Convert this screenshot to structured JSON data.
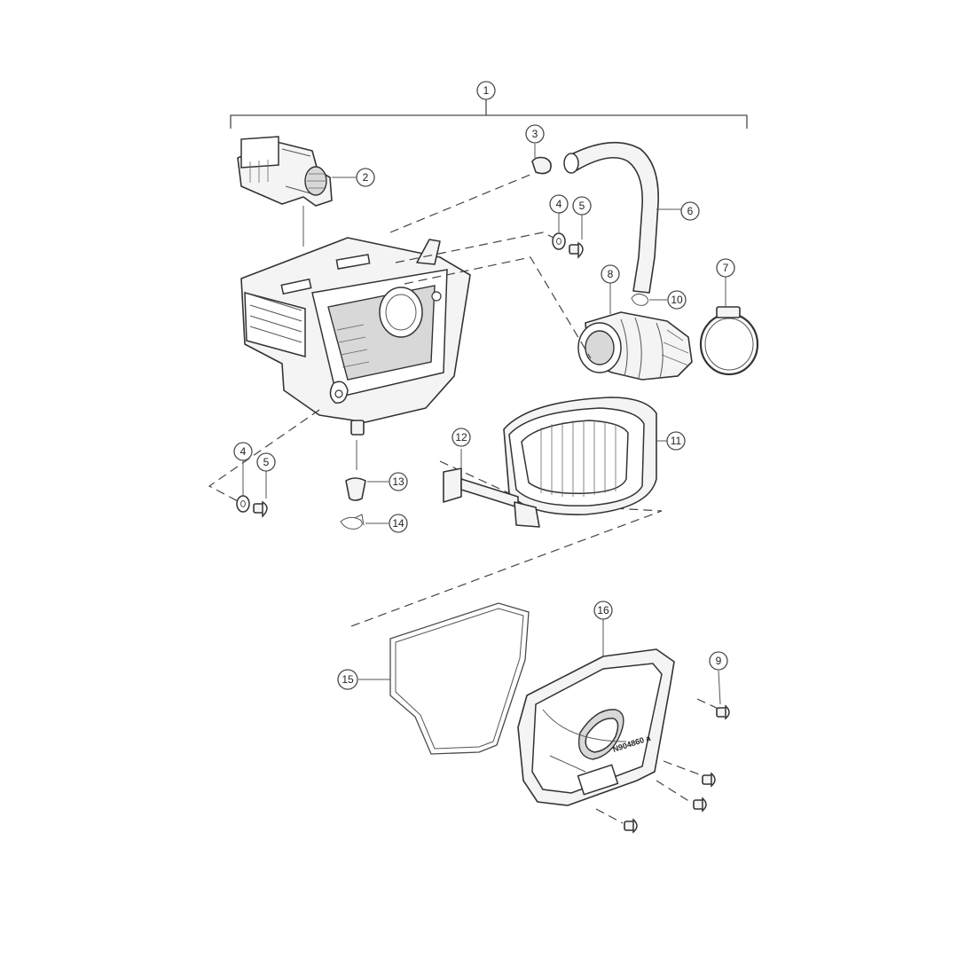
{
  "callouts": [
    {
      "id": "1",
      "label": "1"
    },
    {
      "id": "2",
      "label": "2"
    },
    {
      "id": "3",
      "label": "3"
    },
    {
      "id": "4a",
      "label": "4"
    },
    {
      "id": "5a",
      "label": "5"
    },
    {
      "id": "6",
      "label": "6"
    },
    {
      "id": "7",
      "label": "7"
    },
    {
      "id": "8",
      "label": "8"
    },
    {
      "id": "10",
      "label": "10"
    },
    {
      "id": "11",
      "label": "11"
    },
    {
      "id": "12",
      "label": "12"
    },
    {
      "id": "4b",
      "label": "4"
    },
    {
      "id": "5b",
      "label": "5"
    },
    {
      "id": "13",
      "label": "13"
    },
    {
      "id": "14",
      "label": "14"
    },
    {
      "id": "15",
      "label": "15"
    },
    {
      "id": "16",
      "label": "16"
    },
    {
      "id": "9",
      "label": "9"
    }
  ],
  "cover_marking": "N904860 a"
}
